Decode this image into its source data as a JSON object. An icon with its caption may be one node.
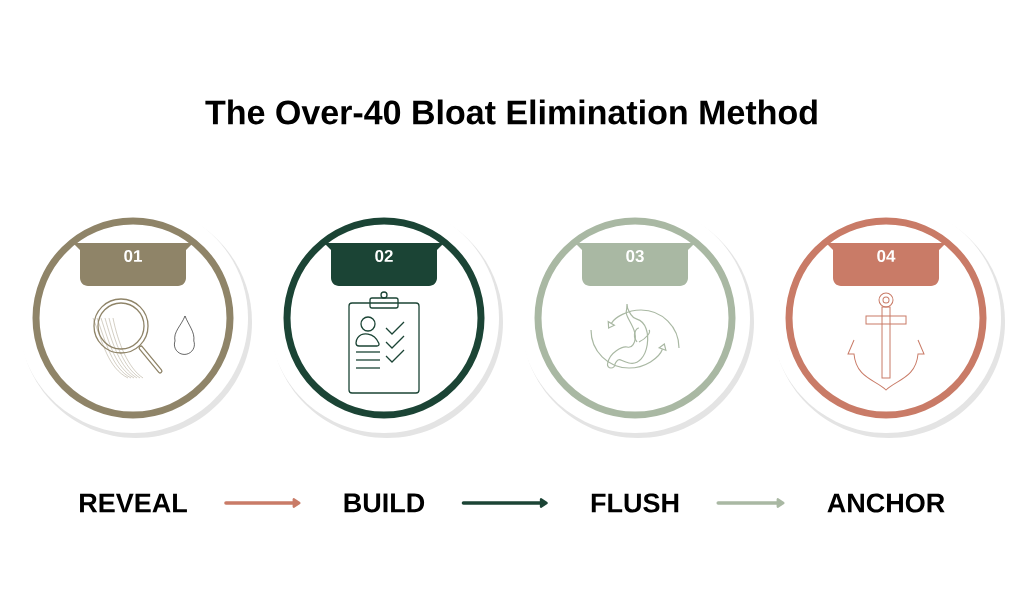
{
  "diagram": {
    "title": "The Over-40 Bloat Elimination Method",
    "nodes": [
      {
        "text": [
          "01"
        ]
      },
      {
        "text": [
          "02"
        ]
      },
      {
        "text": [
          "03"
        ]
      },
      {
        "text": [
          "04"
        ]
      },
      {
        "text": [
          "REVEAL"
        ]
      },
      {
        "text": [
          "BUILD"
        ]
      },
      {
        "text": [
          "FLUSH"
        ]
      },
      {
        "text": [
          "ANCHOR"
        ]
      }
    ],
    "edges": [
      {
        "from": 4,
        "to": 5,
        "arrow": "to",
        "color": "#c97b67"
      },
      {
        "from": 5,
        "to": 6,
        "arrow": "to",
        "color": "#1b4435"
      },
      {
        "from": 6,
        "to": 7,
        "arrow": "to",
        "color": "#a9b8a3"
      }
    ]
  }
}
